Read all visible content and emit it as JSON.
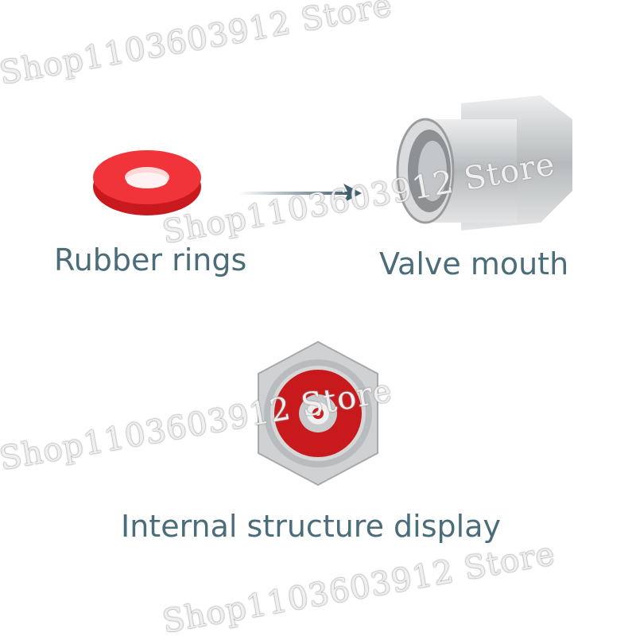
{
  "labels": {
    "rubber_rings": "Rubber rings",
    "valve_mouth": "Valve mouth",
    "internal_structure": "Internal structure display"
  },
  "watermark": "Shop1103603912 Store",
  "colors": {
    "text": "#4b6c79",
    "rubber": "#e8262a",
    "metal": "#c9cbcd",
    "arrow": "#3f5f6e"
  }
}
